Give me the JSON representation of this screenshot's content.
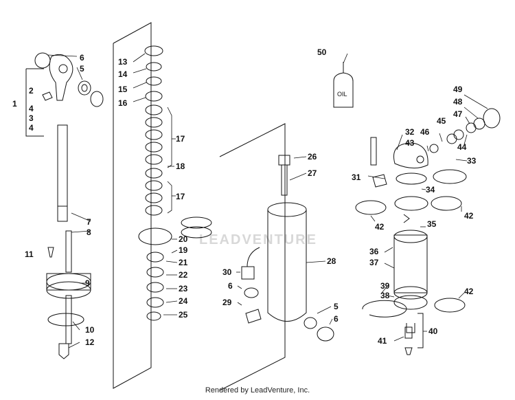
{
  "watermark": "LEADVENTURE",
  "footer": "Rendered by LeadVenture, Inc.",
  "labels": {
    "l1": "1",
    "l2": "2",
    "l3": "3",
    "l4a": "4",
    "l4b": "4",
    "l5": "5",
    "l6": "6",
    "l7": "7",
    "l8": "8",
    "l9": "9",
    "l10": "10",
    "l11": "11",
    "l12": "12",
    "l13": "13",
    "l14": "14",
    "l15": "15",
    "l16": "16",
    "l17a": "17",
    "l17b": "17",
    "l18": "18",
    "l19": "19",
    "l20": "20",
    "l21": "21",
    "l22": "22",
    "l23": "23",
    "l24": "24",
    "l25": "25",
    "l26": "26",
    "l27": "27",
    "l28": "28",
    "l29": "29",
    "l30": "30",
    "l6b": "6",
    "l5b": "5",
    "l6c": "6",
    "l31": "31",
    "l32": "32",
    "l33": "33",
    "l34": "34",
    "l35": "35",
    "l36": "36",
    "l37": "37",
    "l38": "38",
    "l39": "39",
    "l40": "40",
    "l41": "41",
    "l42a": "42",
    "l42b": "42",
    "l42c": "42",
    "l43": "43",
    "l44": "44",
    "l45": "45",
    "l46": "46",
    "l47": "47",
    "l48": "48",
    "l49": "49",
    "l50": "50"
  },
  "oil_text": "OIL"
}
